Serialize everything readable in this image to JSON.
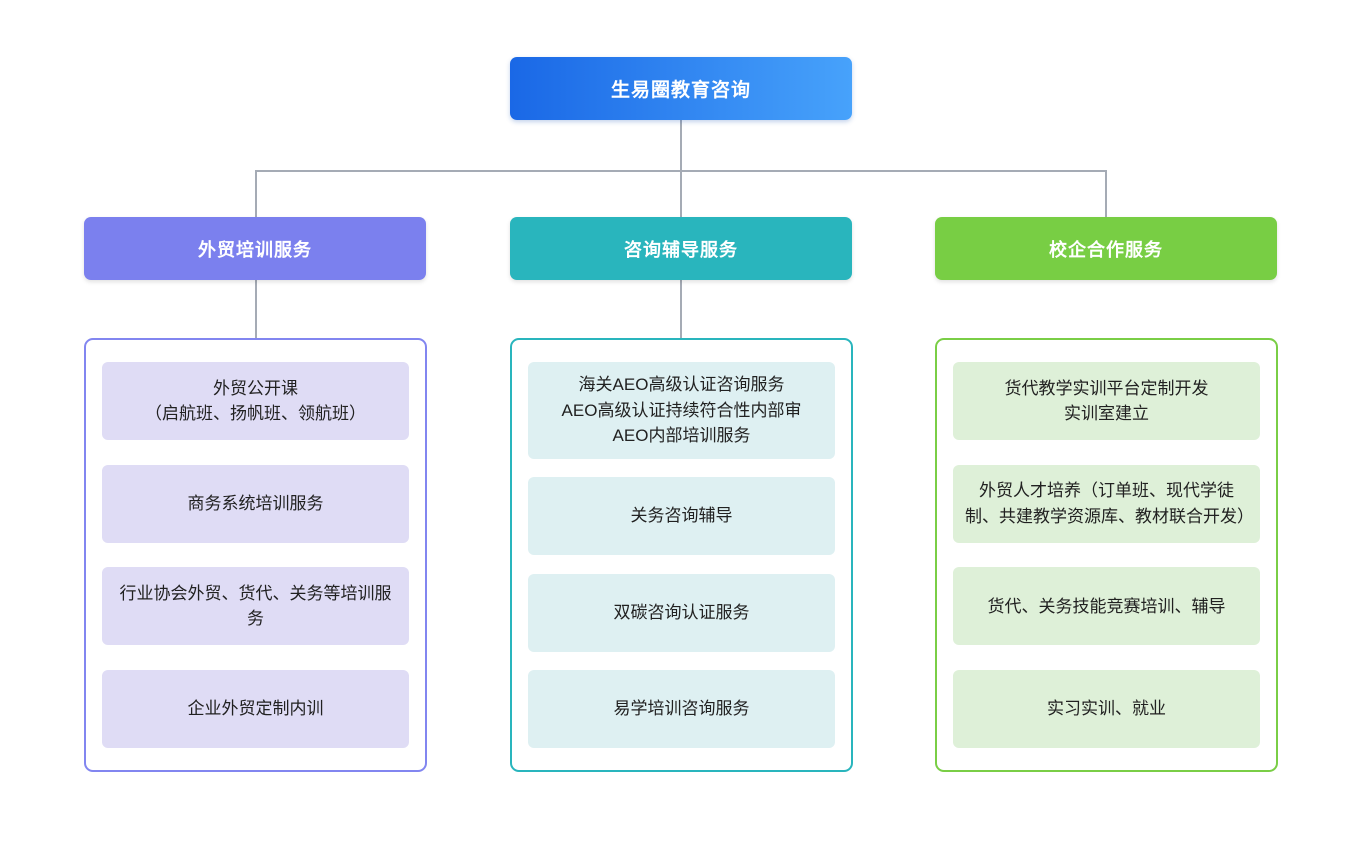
{
  "root": {
    "label": "生易圈教育咨询"
  },
  "branches": [
    {
      "label": "外贸培训服务",
      "items": [
        {
          "text": "外贸公开课\n（启航班、扬帆班、领航班）"
        },
        {
          "text": "商务系统培训服务"
        },
        {
          "text": "行业协会外贸、货代、关务等培训服务"
        },
        {
          "text": "企业外贸定制内训"
        }
      ]
    },
    {
      "label": "咨询辅导服务",
      "items": [
        {
          "text": "海关AEO高级认证咨询服务\nAEO高级认证持续符合性内部审\nAEO内部培训服务"
        },
        {
          "text": "关务咨询辅导"
        },
        {
          "text": "双碳咨询认证服务"
        },
        {
          "text": "易学培训咨询服务"
        }
      ]
    },
    {
      "label": "校企合作服务",
      "items": [
        {
          "text": "货代教学实训平台定制开发\n实训室建立"
        },
        {
          "text": "外贸人才培养（订单班、现代学徒制、共建教学资源库、教材联合开发）"
        },
        {
          "text": "货代、关务技能竞赛培训、辅导"
        },
        {
          "text": "实习实训、就业"
        }
      ]
    }
  ],
  "colors": {
    "root-g1": "#1a68e6",
    "root-g2": "#47a2fb",
    "b1-header": "#7b80ee",
    "b1-border": "#8286f0",
    "b1-item": "#dfdcf5",
    "b2-header": "#29b5bd",
    "b2-border": "#29b5bd",
    "b2-item": "#def0f2",
    "b3-header": "#78ce44",
    "b3-border": "#7ace46",
    "b3-item": "#def0d8",
    "line-color": "#a5abb5"
  }
}
